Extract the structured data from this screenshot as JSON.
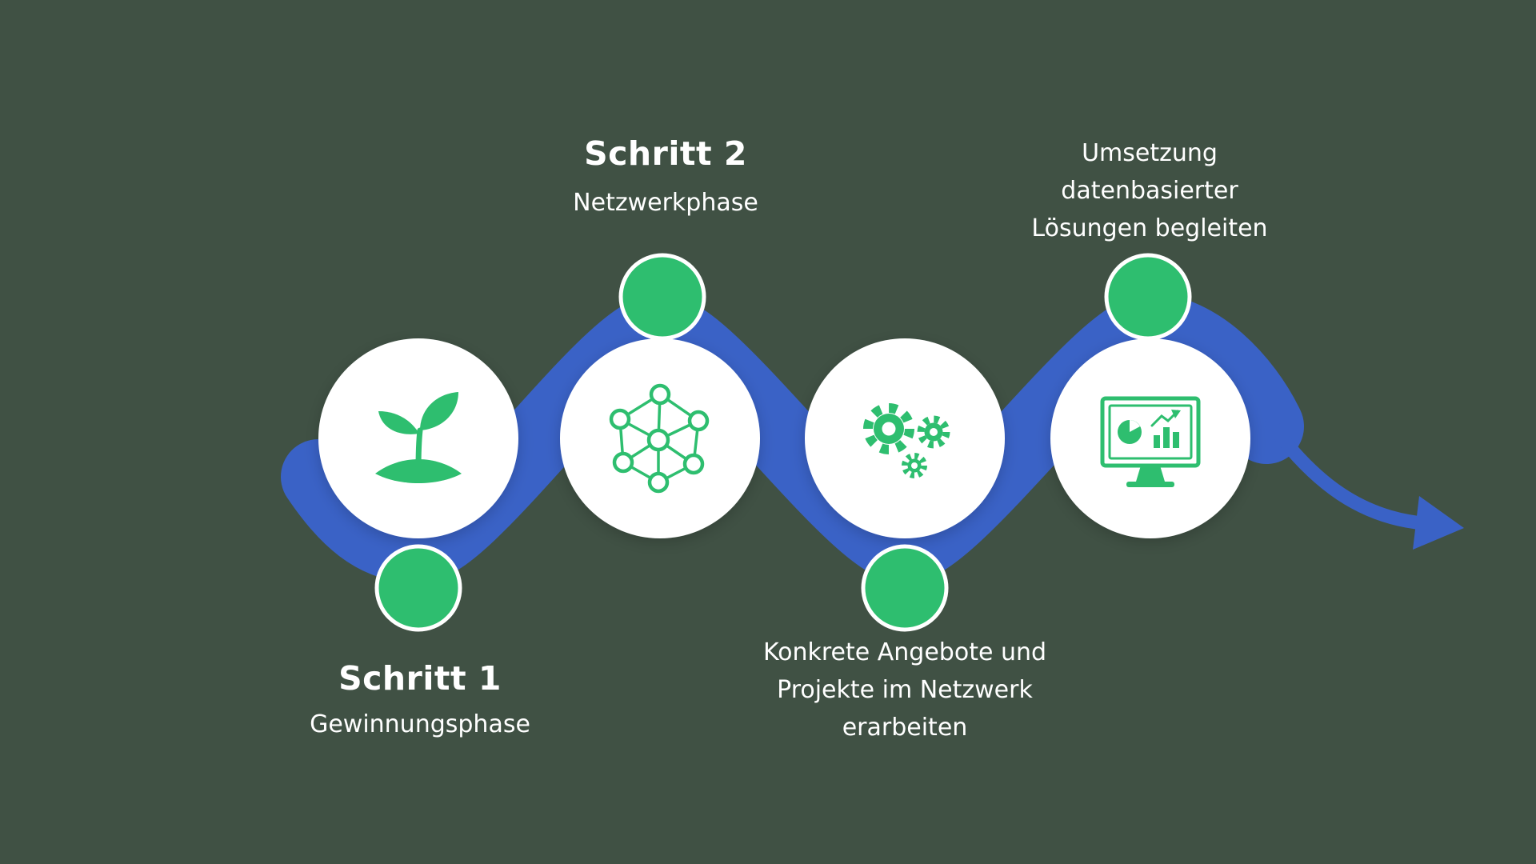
{
  "colors": {
    "background": "#405144",
    "ribbon_blue": "#3a62c6",
    "accent_green": "#2ebe6f",
    "circle_fill": "#ffffff",
    "text": "#ffffff"
  },
  "steps": [
    {
      "name": "schritt-1",
      "title": "Schritt 1",
      "lines": [
        "Gewinnungsphase"
      ],
      "icon": "sprout-icon",
      "label_position": "below"
    },
    {
      "name": "schritt-2",
      "title": "Schritt 2",
      "lines": [
        "Netzwerkphase"
      ],
      "icon": "network-icon",
      "label_position": "above"
    },
    {
      "name": "schritt-3",
      "title": "",
      "lines": [
        "Konkrete Angebote und",
        "Projekte im Netzwerk",
        "erarbeiten"
      ],
      "icon": "gears-icon",
      "label_position": "below"
    },
    {
      "name": "schritt-4",
      "title": "",
      "lines": [
        "Umsetzung",
        "datenbasierter",
        "Lösungen begleiten"
      ],
      "icon": "dashboard-icon",
      "label_position": "above"
    }
  ]
}
